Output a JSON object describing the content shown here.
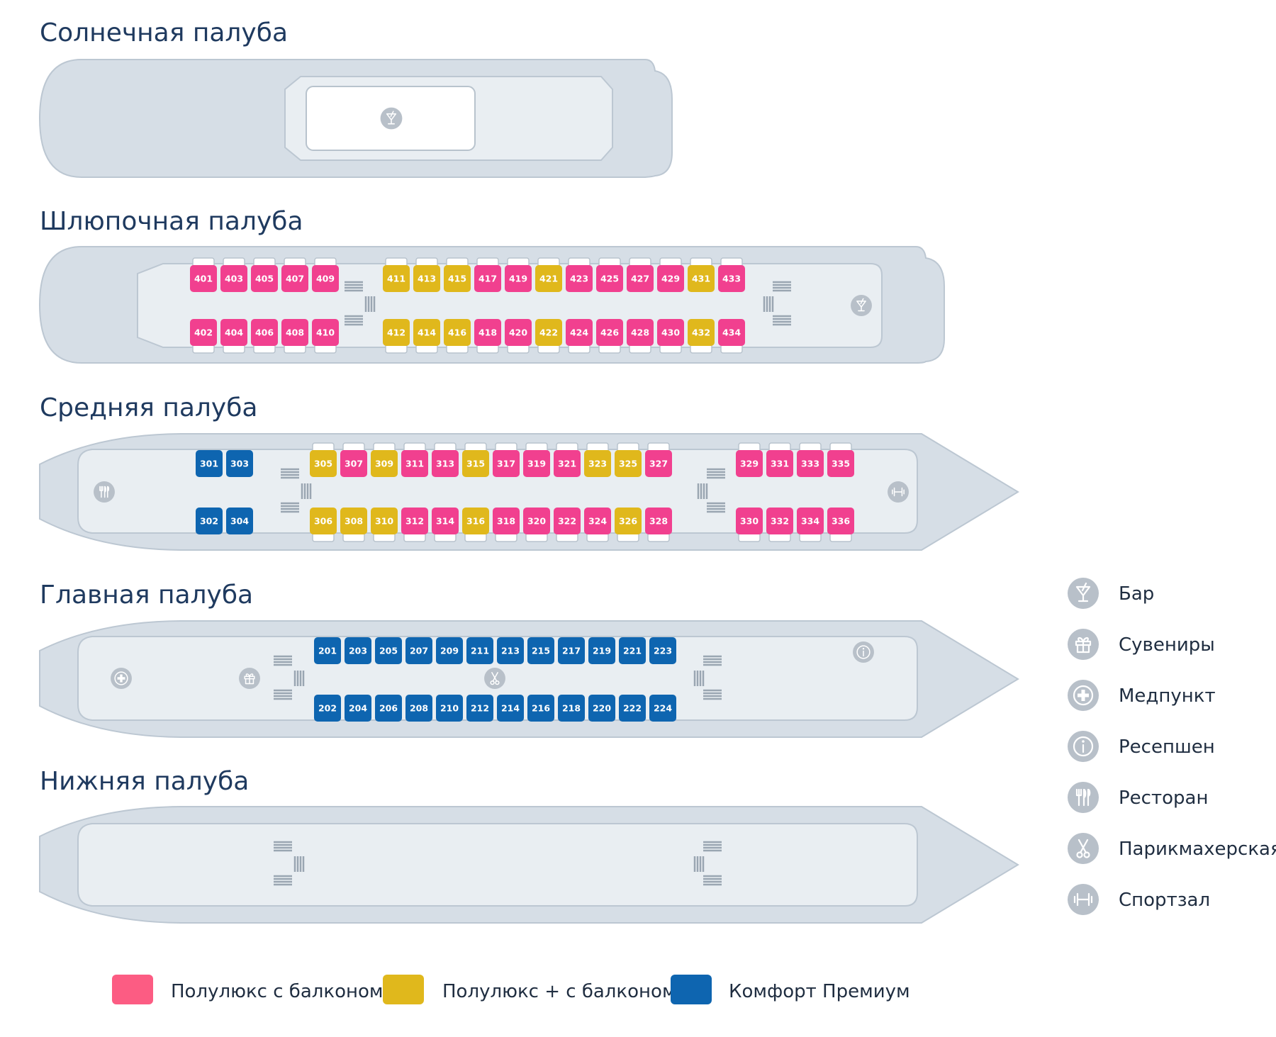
{
  "colors": {
    "suite_balcony": "#f1408f",
    "suite_plus_balcony": "#e0b81c",
    "comfort_premium": "#0e65b0",
    "legend_suite": "#fc5c83"
  },
  "decks": {
    "sun": {
      "title": "Солнечная палуба"
    },
    "boat": {
      "title": "Шлюпочная палуба",
      "top": [
        {
          "n": "401",
          "c": "suite_balcony"
        },
        {
          "n": "403",
          "c": "suite_balcony"
        },
        {
          "n": "405",
          "c": "suite_balcony"
        },
        {
          "n": "407",
          "c": "suite_balcony"
        },
        {
          "n": "409",
          "c": "suite_balcony"
        },
        {
          "n": "411",
          "c": "suite_plus_balcony"
        },
        {
          "n": "413",
          "c": "suite_plus_balcony"
        },
        {
          "n": "415",
          "c": "suite_plus_balcony"
        },
        {
          "n": "417",
          "c": "suite_balcony"
        },
        {
          "n": "419",
          "c": "suite_balcony"
        },
        {
          "n": "421",
          "c": "suite_plus_balcony"
        },
        {
          "n": "423",
          "c": "suite_balcony"
        },
        {
          "n": "425",
          "c": "suite_balcony"
        },
        {
          "n": "427",
          "c": "suite_balcony"
        },
        {
          "n": "429",
          "c": "suite_balcony"
        },
        {
          "n": "431",
          "c": "suite_plus_balcony"
        },
        {
          "n": "433",
          "c": "suite_balcony"
        }
      ],
      "bottom": [
        {
          "n": "402",
          "c": "suite_balcony"
        },
        {
          "n": "404",
          "c": "suite_balcony"
        },
        {
          "n": "406",
          "c": "suite_balcony"
        },
        {
          "n": "408",
          "c": "suite_balcony"
        },
        {
          "n": "410",
          "c": "suite_balcony"
        },
        {
          "n": "412",
          "c": "suite_plus_balcony"
        },
        {
          "n": "414",
          "c": "suite_plus_balcony"
        },
        {
          "n": "416",
          "c": "suite_plus_balcony"
        },
        {
          "n": "418",
          "c": "suite_balcony"
        },
        {
          "n": "420",
          "c": "suite_balcony"
        },
        {
          "n": "422",
          "c": "suite_plus_balcony"
        },
        {
          "n": "424",
          "c": "suite_balcony"
        },
        {
          "n": "426",
          "c": "suite_balcony"
        },
        {
          "n": "428",
          "c": "suite_balcony"
        },
        {
          "n": "430",
          "c": "suite_balcony"
        },
        {
          "n": "432",
          "c": "suite_plus_balcony"
        },
        {
          "n": "434",
          "c": "suite_balcony"
        }
      ]
    },
    "middle": {
      "title": "Средняя палуба",
      "top": [
        {
          "n": "301",
          "c": "comfort_premium"
        },
        {
          "n": "303",
          "c": "comfort_premium"
        },
        {
          "n": "305",
          "c": "suite_plus_balcony"
        },
        {
          "n": "307",
          "c": "suite_balcony"
        },
        {
          "n": "309",
          "c": "suite_plus_balcony"
        },
        {
          "n": "311",
          "c": "suite_balcony"
        },
        {
          "n": "313",
          "c": "suite_balcony"
        },
        {
          "n": "315",
          "c": "suite_plus_balcony"
        },
        {
          "n": "317",
          "c": "suite_balcony"
        },
        {
          "n": "319",
          "c": "suite_balcony"
        },
        {
          "n": "321",
          "c": "suite_balcony"
        },
        {
          "n": "323",
          "c": "suite_plus_balcony"
        },
        {
          "n": "325",
          "c": "suite_plus_balcony"
        },
        {
          "n": "327",
          "c": "suite_balcony"
        },
        {
          "n": "329",
          "c": "suite_balcony"
        },
        {
          "n": "331",
          "c": "suite_balcony"
        },
        {
          "n": "333",
          "c": "suite_balcony"
        },
        {
          "n": "335",
          "c": "suite_balcony"
        }
      ],
      "bottom": [
        {
          "n": "302",
          "c": "comfort_premium"
        },
        {
          "n": "304",
          "c": "comfort_premium"
        },
        {
          "n": "306",
          "c": "suite_plus_balcony"
        },
        {
          "n": "308",
          "c": "suite_plus_balcony"
        },
        {
          "n": "310",
          "c": "suite_plus_balcony"
        },
        {
          "n": "312",
          "c": "suite_balcony"
        },
        {
          "n": "314",
          "c": "suite_balcony"
        },
        {
          "n": "316",
          "c": "suite_plus_balcony"
        },
        {
          "n": "318",
          "c": "suite_balcony"
        },
        {
          "n": "320",
          "c": "suite_balcony"
        },
        {
          "n": "322",
          "c": "suite_balcony"
        },
        {
          "n": "324",
          "c": "suite_balcony"
        },
        {
          "n": "326",
          "c": "suite_plus_balcony"
        },
        {
          "n": "328",
          "c": "suite_balcony"
        },
        {
          "n": "330",
          "c": "suite_balcony"
        },
        {
          "n": "332",
          "c": "suite_balcony"
        },
        {
          "n": "334",
          "c": "suite_balcony"
        },
        {
          "n": "336",
          "c": "suite_balcony"
        }
      ]
    },
    "main": {
      "title": "Главная палуба",
      "top": [
        {
          "n": "201",
          "c": "comfort_premium"
        },
        {
          "n": "203",
          "c": "comfort_premium"
        },
        {
          "n": "205",
          "c": "comfort_premium"
        },
        {
          "n": "207",
          "c": "comfort_premium"
        },
        {
          "n": "209",
          "c": "comfort_premium"
        },
        {
          "n": "211",
          "c": "comfort_premium"
        },
        {
          "n": "213",
          "c": "comfort_premium"
        },
        {
          "n": "215",
          "c": "comfort_premium"
        },
        {
          "n": "217",
          "c": "comfort_premium"
        },
        {
          "n": "219",
          "c": "comfort_premium"
        },
        {
          "n": "221",
          "c": "comfort_premium"
        },
        {
          "n": "223",
          "c": "comfort_premium"
        }
      ],
      "bottom": [
        {
          "n": "202",
          "c": "comfort_premium"
        },
        {
          "n": "204",
          "c": "comfort_premium"
        },
        {
          "n": "206",
          "c": "comfort_premium"
        },
        {
          "n": "208",
          "c": "comfort_premium"
        },
        {
          "n": "210",
          "c": "comfort_premium"
        },
        {
          "n": "212",
          "c": "comfort_premium"
        },
        {
          "n": "214",
          "c": "comfort_premium"
        },
        {
          "n": "216",
          "c": "comfort_premium"
        },
        {
          "n": "218",
          "c": "comfort_premium"
        },
        {
          "n": "220",
          "c": "comfort_premium"
        },
        {
          "n": "222",
          "c": "comfort_premium"
        },
        {
          "n": "224",
          "c": "comfort_premium"
        }
      ]
    },
    "lower": {
      "title": "Нижняя палуба"
    }
  },
  "amenities": [
    {
      "icon": "bar-icon",
      "label": "Бар"
    },
    {
      "icon": "gift-icon",
      "label": "Сувениры"
    },
    {
      "icon": "medical-icon",
      "label": "Медпункт"
    },
    {
      "icon": "info-icon",
      "label": "Ресепшен"
    },
    {
      "icon": "restaurant-icon",
      "label": "Ресторан"
    },
    {
      "icon": "scissors-icon",
      "label": "Парикмахерская"
    },
    {
      "icon": "dumbbell-icon",
      "label": "Спортзал"
    }
  ],
  "cabin_legend": [
    {
      "label": "Полулюкс  с балконом",
      "c": "legend_suite"
    },
    {
      "label": "Полулюкс  + с балконом",
      "c": "suite_plus_balcony"
    },
    {
      "label": "Комфорт Премиум",
      "c": "comfort_premium"
    }
  ]
}
